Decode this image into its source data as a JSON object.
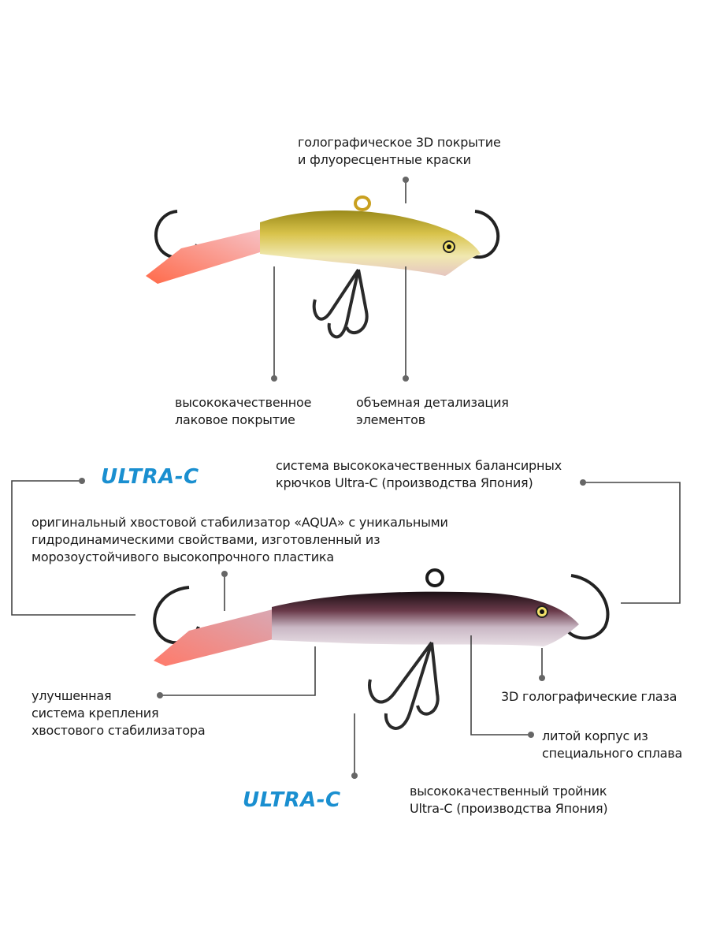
{
  "brand": {
    "logo_text": "ULTRA-C",
    "logo_color": "#1a8fd0"
  },
  "top_lure": {
    "label_coating_3d": [
      "голографическое 3D покрытие",
      "и флуоресцентные краски"
    ],
    "label_lacquer": [
      "высококачественное",
      "лаковое покрытие"
    ],
    "label_detail": [
      "объемная детализация",
      "элементов"
    ]
  },
  "bottom_lure": {
    "label_hooks": [
      "система высококачественных балансирных",
      "крючков Ultra-C (производства Япония)"
    ],
    "label_stabilizer": [
      "оригинальный хвостовой стабилизатор «AQUA» с уникальными",
      "гидродинамическими свойствами, изготовленный из",
      "морозоустойчивого высокопрочного пластика"
    ],
    "label_mount": [
      "улучшенная",
      "система крепления",
      "хвостового стабилизатора"
    ],
    "label_eyes": "3D голографические глаза",
    "label_body": [
      "литой корпус из",
      "специального сплава"
    ],
    "label_treble": [
      "высококачественный тройник",
      "Ultra-C (производства Япония)"
    ]
  },
  "colors": {
    "line": "#333333",
    "dot": "#666666"
  }
}
